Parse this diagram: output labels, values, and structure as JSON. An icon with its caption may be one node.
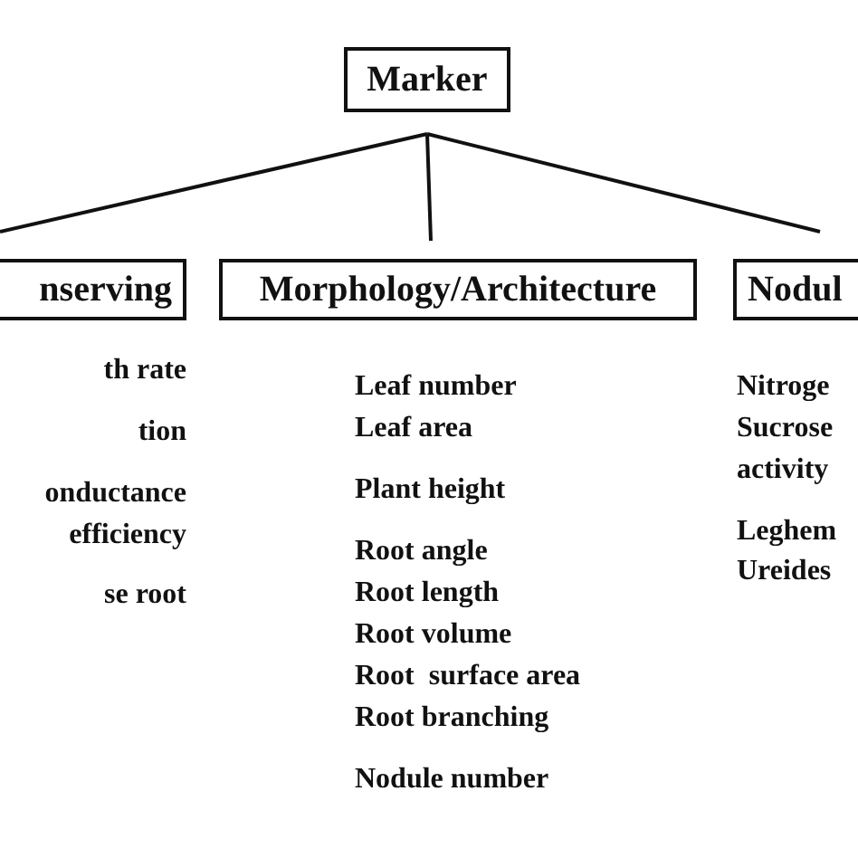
{
  "diagram": {
    "nodes": [
      {
        "text": [
          "Marker"
        ]
      },
      {
        "text": [
          "nserving"
        ]
      },
      {
        "text": [
          "Morphology/Architecture"
        ]
      },
      {
        "text": [
          "Nodul"
        ]
      }
    ],
    "edges": [
      {
        "from": 0,
        "to": 1,
        "arrow": "none"
      },
      {
        "from": 0,
        "to": 2,
        "arrow": "none"
      },
      {
        "from": 0,
        "to": 3,
        "arrow": "none"
      }
    ],
    "labels": [
      "th rate",
      "tion",
      "onductance",
      "efficiency",
      "se root",
      "Leaf number",
      "Leaf area",
      "Plant height",
      "Root angle",
      "Root length",
      "Root volume",
      "Root  surface area",
      "Root branching",
      "Nodule number",
      "Nitroge",
      "Sucrose",
      "activity",
      "Leghem",
      "Ureides"
    ]
  }
}
